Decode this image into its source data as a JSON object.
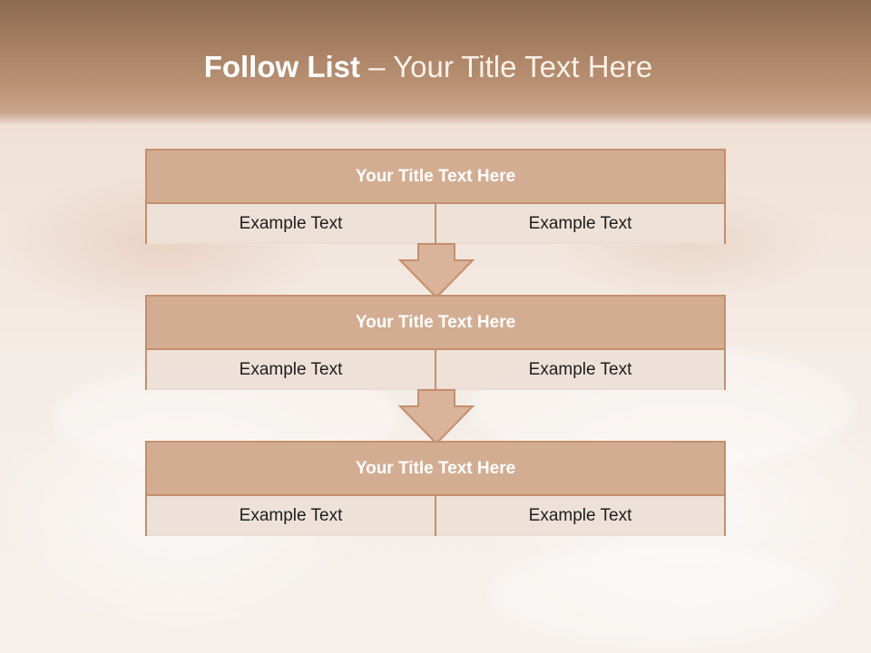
{
  "slide": {
    "title_bold": "Follow List",
    "title_rest": " – Your Title Text Here"
  },
  "blocks": [
    {
      "title": "Your Title Text Here",
      "left": "Example Text",
      "right": "Example Text"
    },
    {
      "title": "Your Title Text Here",
      "left": "Example Text",
      "right": "Example Text"
    },
    {
      "title": "Your Title Text Here",
      "left": "Example Text",
      "right": "Example Text"
    }
  ],
  "colors": {
    "header": "#a67f62",
    "box_border": "#c48f6c",
    "box_header": "#d3ad92",
    "arrow_fill": "#d9b39a"
  }
}
